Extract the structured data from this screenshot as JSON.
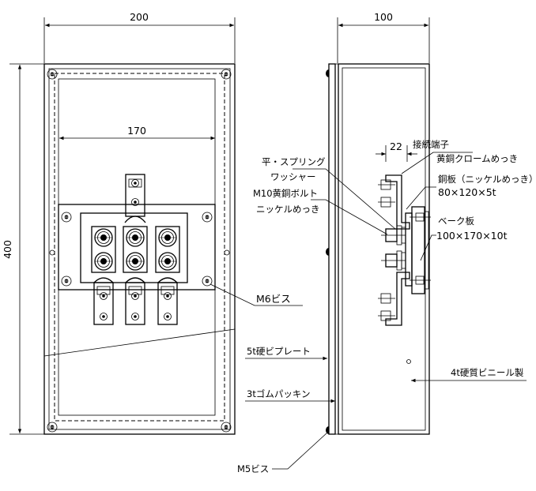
{
  "dimensions": {
    "front_width": "200",
    "plate_width": "170",
    "height": "400",
    "side_depth": "100",
    "terminal_spacing": "22"
  },
  "labels": {
    "m6_screw": "M6ビス",
    "m5_screw": "M5ビス",
    "hard_vinyl_plate": "5t硬ビプレート",
    "rubber_packing": "3tゴムパッキン",
    "hard_vinyl_case": "4t硬質ビニール製",
    "flat_spring_washer_1": "平・スプリング",
    "flat_spring_washer_2": "ワッシャー",
    "m10_bolt_1": "M10黄銅ボルト",
    "m10_bolt_2": "ニッケルめっき",
    "terminal_1": "接続端子",
    "terminal_2": "黄銅クロームめっき",
    "copper_plate_1": "銅板（ニッケルめっき）",
    "copper_plate_2": "80×120×5t",
    "bakelite_1": "ベーク板",
    "bakelite_2": "100×170×10t"
  }
}
